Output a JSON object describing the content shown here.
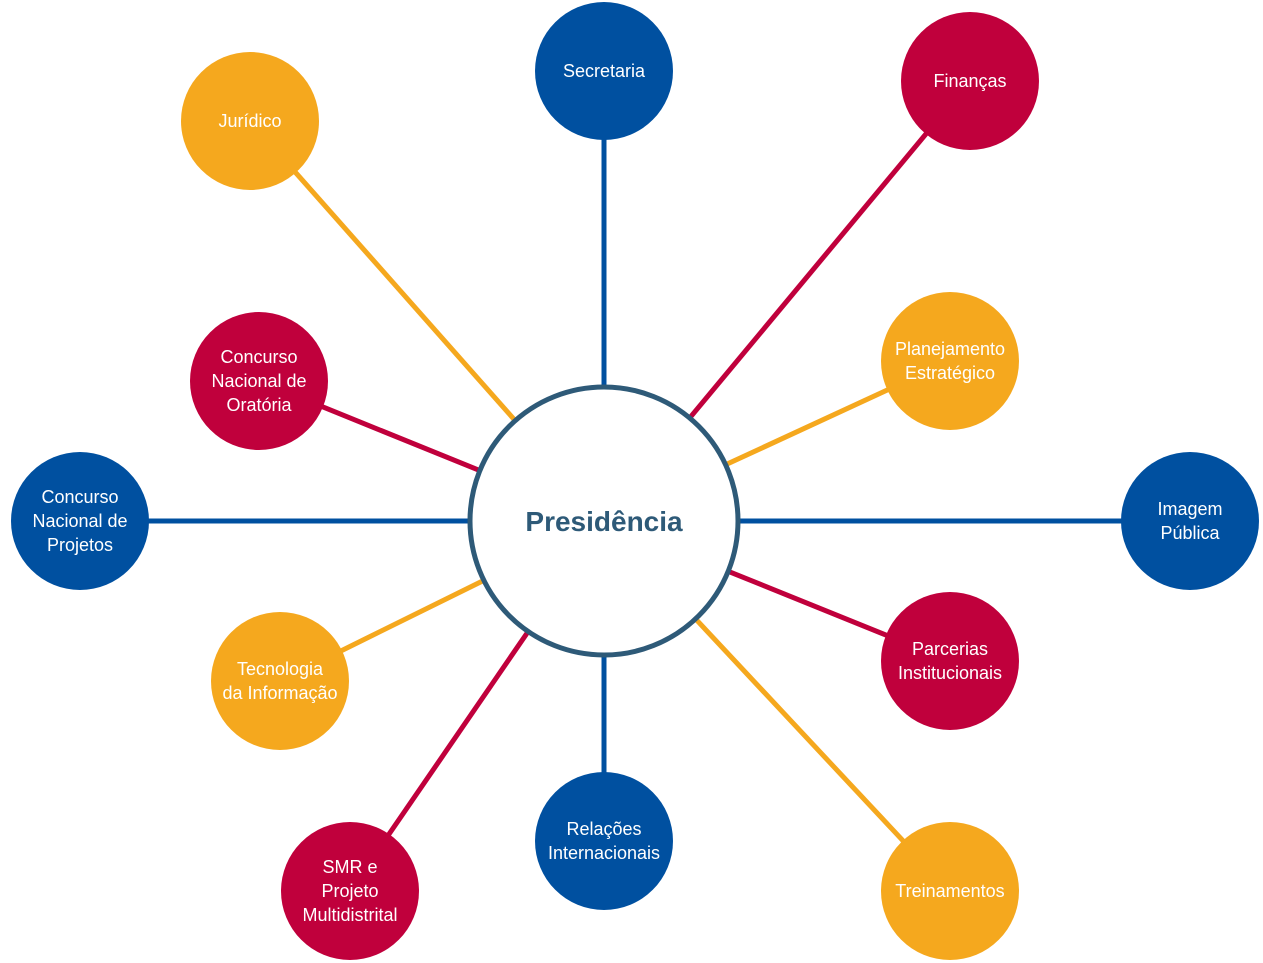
{
  "colors": {
    "blue": "#0050a0",
    "red": "#c0003c",
    "orange": "#f5a81e",
    "center_stroke": "#2e5a78",
    "center_text": "#2e5a78"
  },
  "center": {
    "label": "Presidência"
  },
  "nodes": [
    {
      "id": "secretaria",
      "lines": [
        "Secretaria"
      ],
      "color": "blue"
    },
    {
      "id": "financas",
      "lines": [
        "Finanças"
      ],
      "color": "red"
    },
    {
      "id": "juridico",
      "lines": [
        "Jurídico"
      ],
      "color": "orange"
    },
    {
      "id": "planejamento-estrategico",
      "lines": [
        "Planejamento",
        "Estratégico"
      ],
      "color": "orange"
    },
    {
      "id": "concurso-nacional-de-oratoria",
      "lines": [
        "Concurso",
        "Nacional de",
        "Oratória"
      ],
      "color": "red"
    },
    {
      "id": "concurso-nacional-de-projetos",
      "lines": [
        "Concurso",
        "Nacional de",
        "Projetos"
      ],
      "color": "blue"
    },
    {
      "id": "imagem-publica",
      "lines": [
        "Imagem",
        "Pública"
      ],
      "color": "blue"
    },
    {
      "id": "tecnologia-da-informacao",
      "lines": [
        "Tecnologia",
        "da Informação"
      ],
      "color": "orange"
    },
    {
      "id": "parcerias-institucionais",
      "lines": [
        "Parcerias",
        "Institucionais"
      ],
      "color": "red"
    },
    {
      "id": "relacoes-internacionais",
      "lines": [
        "Relações",
        "Internacionais"
      ],
      "color": "blue"
    },
    {
      "id": "smr-e-projeto-multidistrital",
      "lines": [
        "SMR e",
        "Projeto",
        "Multidistrital"
      ],
      "color": "red"
    },
    {
      "id": "treinamentos",
      "lines": [
        "Treinamentos"
      ],
      "color": "orange"
    }
  ]
}
